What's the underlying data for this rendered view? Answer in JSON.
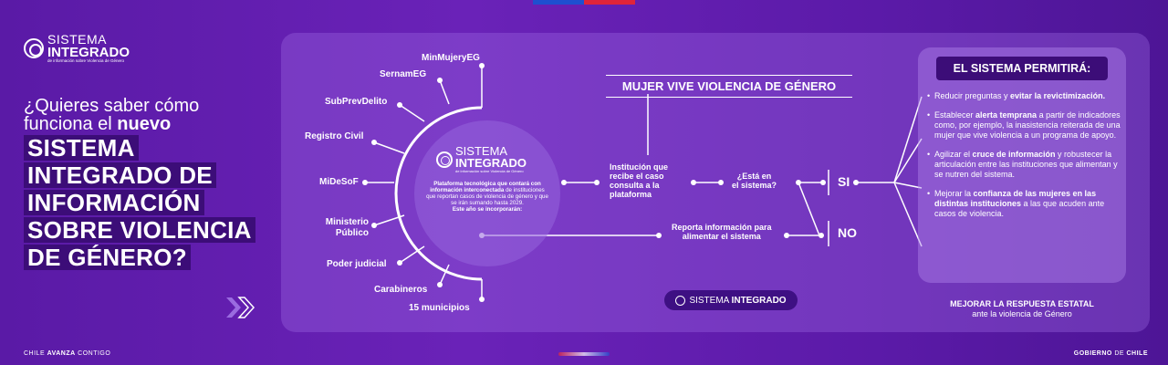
{
  "logo": {
    "line1": "SISTEMA",
    "line2": "INTEGRADO",
    "line3": "de información sobre Violencia de Género"
  },
  "question": {
    "line1": "¿Quieres saber cómo",
    "line2_pre": "funciona el ",
    "line2_bold": "nuevo"
  },
  "title_lines": [
    "SISTEMA",
    "INTEGRADO DE",
    "INFORMACIÓN",
    "SOBRE VIOLENCIA",
    "DE GÉNERO?"
  ],
  "institutions": {
    "minmujer": "MinMujeryEG",
    "sernameg": "SernamEG",
    "subprev": "SubPrevDelito",
    "registro": "Registro Civil",
    "mideso": "MiDeSoF",
    "ministerio_1": "Ministerio",
    "ministerio_2": "Público",
    "poder": "Poder judicial",
    "carabineros": "Carabineros",
    "municipios": "15 municipios"
  },
  "center": {
    "line1": "SISTEMA",
    "line2": "INTEGRADO",
    "line3": "de información sobre Violencia de Género",
    "desc_bold": "Plataforma tecnológica que contará con información interconectada",
    "desc_rest": " de instituciones que reportan casos de violencia de género y que se irán sumando hasta 2029.",
    "desc_tail": "Este año se incorporarán:"
  },
  "flow": {
    "mujer": "MUJER VIVE VIOLENCIA DE GÉNERO",
    "inst_1": "Institución que",
    "inst_2": "recibe el caso",
    "inst_3": "consulta a la",
    "inst_4": "plataforma",
    "esta_1": "¿Está en",
    "esta_2": "el sistema?",
    "si": "SI",
    "no": "NO",
    "reporta_1": "Reporta información para",
    "reporta_2": "alimentar el sistema",
    "pill_pre": "SISTEMA ",
    "pill_bold": "INTEGRADO"
  },
  "card": {
    "title": "EL SISTEMA PERMITIRÁ:",
    "b1_pre": "Reducir preguntas y ",
    "b1_bold": "evitar la revictimización.",
    "b2_pre": "Establecer ",
    "b2_bold": "alerta temprana",
    "b2_rest": " a partir de indicadores como, por ejemplo, la inasistencia reiterada de una mujer que vive violencia a un programa de apoyo.",
    "b3_pre": "Agilizar el ",
    "b3_bold": "cruce de información",
    "b3_rest": " y robustecer la articulación entre las instituciones que alimentan y se nutren del sistema.",
    "b4_pre": "Mejorar la ",
    "b4_bold": "confianza de las mujeres en las distintas instituciones",
    "b4_rest": " a las que acuden ante casos de violencia."
  },
  "mejorar": {
    "line1": "MEJORAR LA RESPUESTA ESTATAL",
    "line2": "ante la violencia de Género"
  },
  "footer": {
    "left_pre": "CHILE ",
    "left_bold": "AVANZA",
    "left_post": " CONTIGO",
    "right_pre": "GOBIERNO ",
    "right_mid": "DE",
    "right_post": " CHILE"
  },
  "colors": {
    "background": "#6a22b8",
    "dark_box": "#3c0d78",
    "flag_blue": "#1e4fd0",
    "flag_red": "#e0243a"
  }
}
